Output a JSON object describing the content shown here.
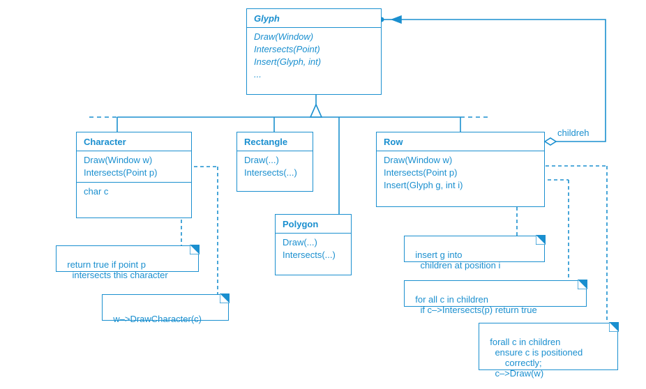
{
  "classes": {
    "glyph": {
      "name": "Glyph",
      "ops": [
        "Draw(Window)",
        "Intersects(Point)",
        "Insert(Glyph, int)",
        "..."
      ]
    },
    "character": {
      "name": "Character",
      "ops": [
        "Draw(Window w)",
        "Intersects(Point p)"
      ],
      "attrs": [
        "char c"
      ]
    },
    "rectangle": {
      "name": "Rectangle",
      "ops": [
        "Draw(...)",
        "Intersects(...)"
      ]
    },
    "polygon": {
      "name": "Polygon",
      "ops": [
        "Draw(...)",
        "Intersects(...)"
      ]
    },
    "row": {
      "name": "Row",
      "ops": [
        "Draw(Window w)",
        "Intersects(Point p)",
        "Insert(Glyph g, int i)"
      ]
    }
  },
  "notes": {
    "char_intersects": "return true if point p\n    intersects this character",
    "char_draw": "w–>DrawCharacter(c)",
    "row_insert": "insert g into\n    children at position i",
    "row_intersects": "for all c in children\n    if c–>Intersects(p) return true",
    "row_draw": "forall c in children\n    ensure c is positioned\n        correctly;\n    c–>Draw(w)"
  },
  "labels": {
    "children": "childreh"
  },
  "colors": {
    "line": "#1a8fcf",
    "background": "#ffffff"
  }
}
